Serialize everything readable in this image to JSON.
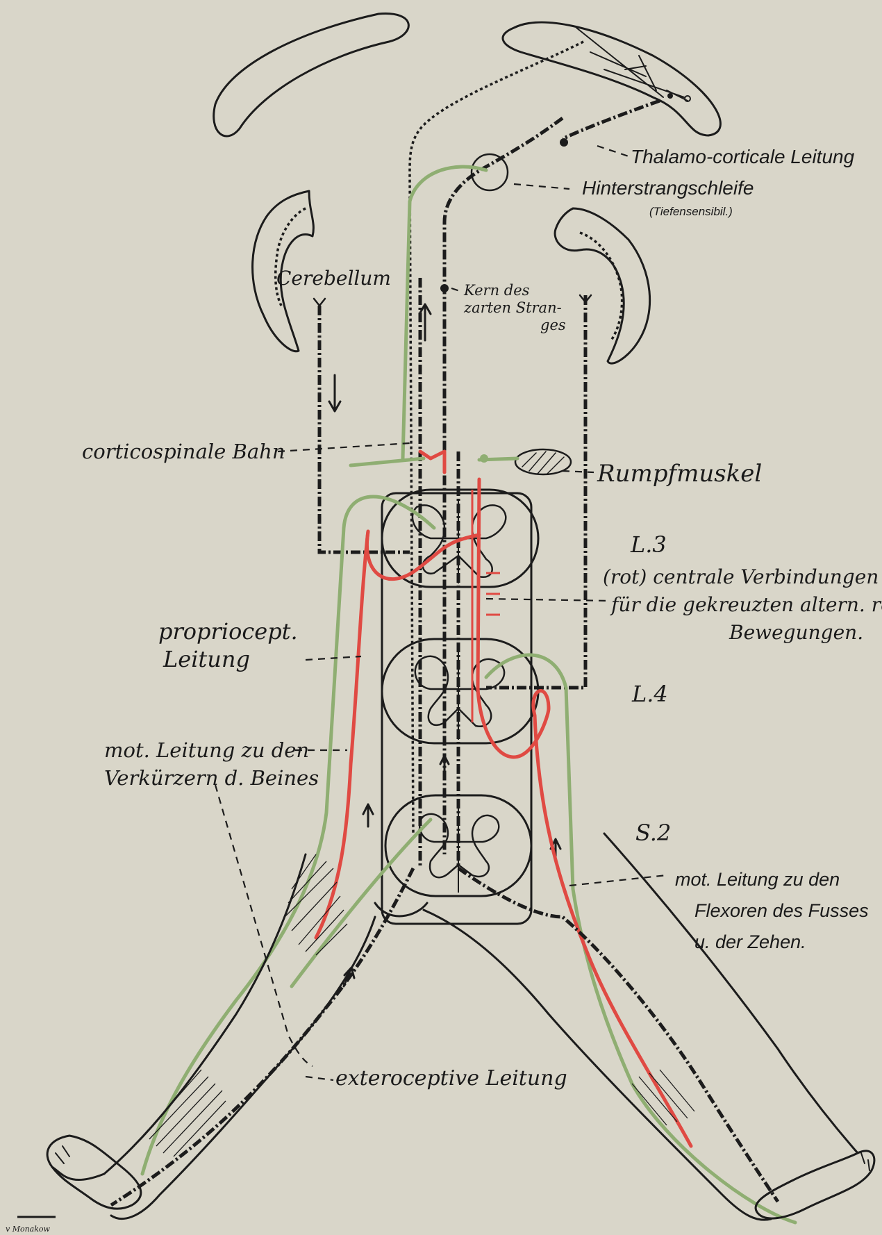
{
  "labels": {
    "thalamo": "Thalamo-corticale Leitung",
    "hinterstrang": "Hinterstrangschleife",
    "tiefensens": "(Tiefensensibil.)",
    "cerebellum": "Cerebellum",
    "kern_1": "Kern des",
    "kern_2": "zarten Stran-",
    "kern_3": "ges",
    "corticospinal": "corticospinale Bahn",
    "rumpf": "Rumpfmuskel",
    "l3": "L.3",
    "rot_1": "(rot) centrale Verbindungen",
    "rot_2": "für die gekreuzten altern. refl.",
    "rot_3": "Bewegungen.",
    "proprio_1": "propriocept.",
    "proprio_2": "Leitung",
    "l4": "L.4",
    "mot_beine_1": "mot. Leitung zu den",
    "mot_beine_2": "Verkürzern d. Beines",
    "s2": "S.2",
    "mot_fuss_1": "mot. Leitung zu den",
    "mot_fuss_2": "Flexoren des Fusses",
    "mot_fuss_3": "u. der Zehen.",
    "extero": "exteroceptive Leitung",
    "signature": "v Monakow"
  },
  "colors": {
    "paper": "#d9d6c9",
    "ink": "#1c1c1c",
    "green_tract": "#8fae72",
    "red_tract": "#e04a43"
  }
}
